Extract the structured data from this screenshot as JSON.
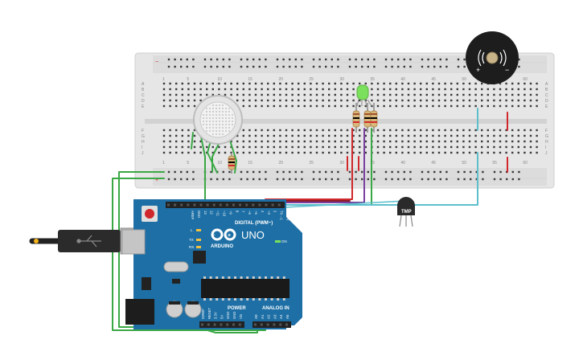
{
  "breadboard": {
    "columns_top": [
      "1",
      "5",
      "10",
      "15",
      "20",
      "25",
      "30",
      "35",
      "40",
      "45",
      "50",
      "55",
      "60"
    ],
    "columns_bottom": [
      "1",
      "5",
      "10",
      "15",
      "20",
      "25",
      "30",
      "35",
      "40",
      "45",
      "50",
      "55",
      "60"
    ],
    "rows_left": [
      "A",
      "B",
      "C",
      "D",
      "E",
      "F",
      "G",
      "H",
      "I",
      "J"
    ],
    "rows_right": [
      "A",
      "B",
      "C",
      "D",
      "E",
      "F",
      "G",
      "H",
      "I",
      "J"
    ]
  },
  "arduino": {
    "model_label": "UNO",
    "brand_label": "ARDUINO",
    "digital_label": "DIGITAL (PWM~)",
    "power_label": "POWER",
    "analog_label": "ANALOG IN",
    "on_label": "ON",
    "l_label": "L",
    "tx_label": "TX",
    "rx_label": "RX",
    "aref_label": "AREF",
    "gnd_label": "GND",
    "digital_pins": [
      "13",
      "12",
      "~11",
      "~10",
      "~9",
      "8",
      "7",
      "~6",
      "~5",
      "4",
      "~3",
      "2",
      "TX→1",
      "RX←0"
    ],
    "power_pins": [
      "IOREF",
      "RESET",
      "3.3V",
      "5V",
      "GND",
      "GND",
      "Vin"
    ],
    "analog_pins": [
      "A0",
      "A1",
      "A2",
      "A3",
      "A4",
      "A5"
    ]
  },
  "buzzer": {
    "plus_label": "+",
    "minus_label": "−"
  },
  "temp_sensor": {
    "label": "TMP"
  },
  "colors": {
    "board_blue": "#1d6fa5",
    "wire_green": "#3aa845",
    "wire_red": "#d0282c",
    "wire_purple": "#7a3fa0",
    "wire_cyan": "#5bbfcc",
    "wire_darkred": "#8b1b2a",
    "led_green": "#7be05c"
  }
}
